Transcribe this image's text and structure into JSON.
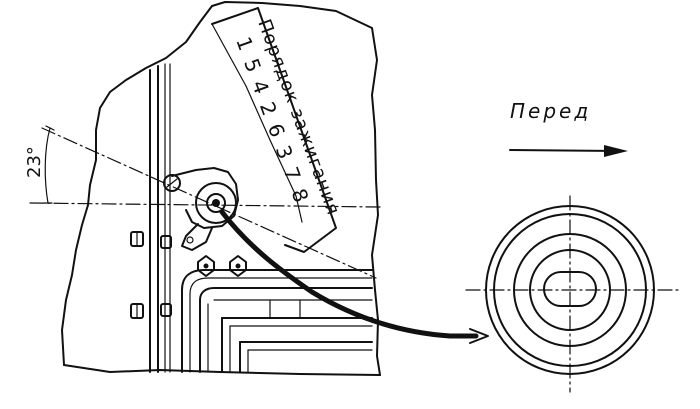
{
  "labels": {
    "firing_order_title": "Порядок зажигания",
    "firing_order_sequence": "1 5 4 2 6 3 7 8",
    "angle": "23°",
    "front": "Перед"
  },
  "icons": {
    "direction": "arrow-right-icon"
  }
}
